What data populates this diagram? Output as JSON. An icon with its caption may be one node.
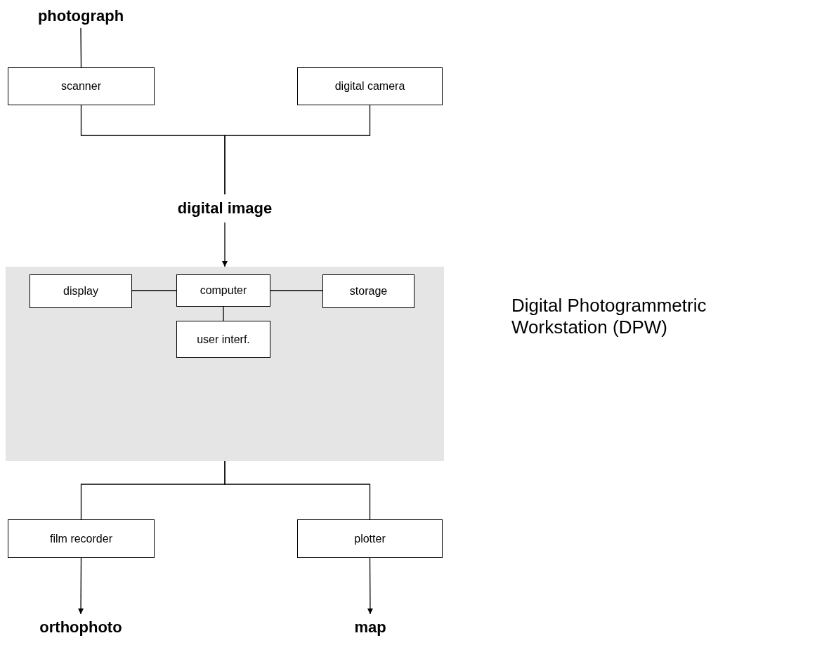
{
  "diagram": {
    "nodes": [
      {
        "text": [
          "photograph"
        ]
      },
      {
        "text": [
          "scanner"
        ]
      },
      {
        "text": [
          "digital camera"
        ]
      },
      {
        "text": [
          "digital image"
        ]
      },
      {
        "text": [],
        "shape": "box",
        "beside": [
          "Digital Photogrammetric Workstation (DPW)"
        ]
      },
      {
        "text": [
          "display"
        ],
        "in": 4
      },
      {
        "text": [
          "computer"
        ],
        "in": 4
      },
      {
        "text": [
          "storage"
        ],
        "in": 4
      },
      {
        "text": [
          "user interf."
        ],
        "in": 4
      },
      {
        "text": [
          "film recorder"
        ]
      },
      {
        "text": [
          "plotter"
        ]
      },
      {
        "text": [
          "orthophoto"
        ]
      },
      {
        "text": [
          "map"
        ]
      }
    ],
    "edges": [
      {
        "from": 0,
        "to": 1,
        "arrow": "none"
      },
      {
        "from": 1,
        "to": 3,
        "arrow": "none"
      },
      {
        "from": 2,
        "to": 3,
        "arrow": "none"
      },
      {
        "from": 3,
        "to": 4,
        "arrow": "to"
      },
      {
        "from": 5,
        "to": 6,
        "arrow": "none"
      },
      {
        "from": 6,
        "to": 7,
        "arrow": "none"
      },
      {
        "from": 6,
        "to": 8,
        "arrow": "none"
      },
      {
        "from": 4,
        "to": 9,
        "arrow": "none"
      },
      {
        "from": 4,
        "to": 10,
        "arrow": "none"
      },
      {
        "from": 9,
        "to": 11,
        "arrow": "to"
      },
      {
        "from": 10,
        "to": 12,
        "arrow": "to"
      }
    ]
  }
}
